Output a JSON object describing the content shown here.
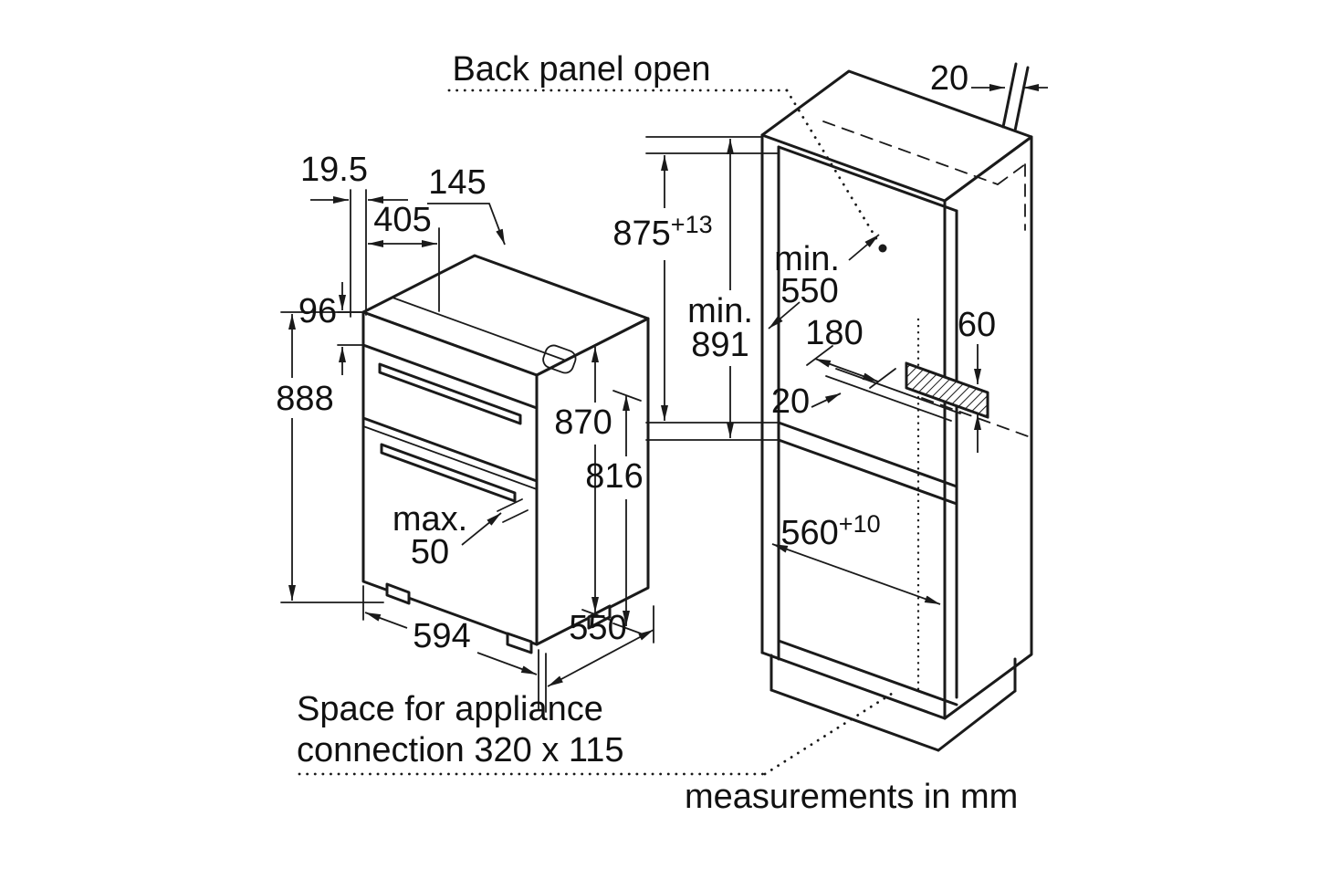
{
  "notes": {
    "back_panel_open": "Back panel open",
    "space_line1": "Space for appliance",
    "space_line2": "connection 320 x 115",
    "units": "measurements in mm"
  },
  "appliance": {
    "door_proud": "19.5",
    "control_depth": "145",
    "control_width": "405",
    "control_height": "96",
    "total_height": "888",
    "body_height": "870",
    "lower_height": "816",
    "handle_max_label": "max.",
    "handle_max_value": "50",
    "width": "594",
    "depth": "550"
  },
  "cabinet": {
    "rear_gap_top": "20",
    "niche_height": "875",
    "niche_height_tol": "+13",
    "min_depth_label": "min.",
    "min_depth_value": "550",
    "min_height_label": "min.",
    "min_height_value": "891",
    "vent_length": "180",
    "vent_height": "60",
    "shelf_rear_gap": "20",
    "niche_width": "560",
    "niche_width_tol": "+10"
  }
}
